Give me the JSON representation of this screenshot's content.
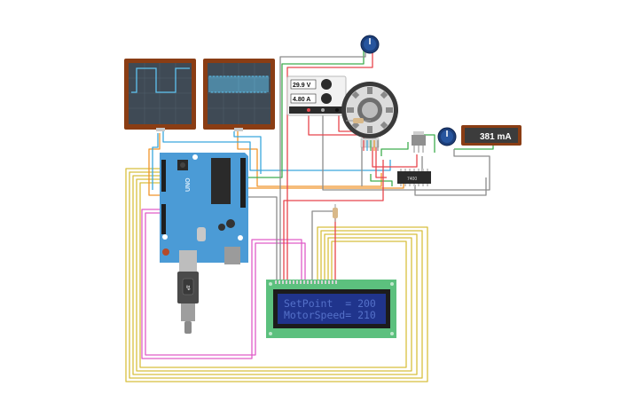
{
  "power_supply": {
    "voltage": "29.9 V",
    "current": "4.80 A"
  },
  "ammeter": {
    "reading": "381 mA"
  },
  "lcd": {
    "line1": "SetPoint  = 200",
    "line2": "MotorSpeed= 210"
  },
  "board": {
    "label": "UNO"
  },
  "chip": {
    "label": "7400"
  },
  "colors": {
    "wire_red": "#e8454c",
    "wire_gray": "#8c8c8c",
    "wire_green": "#3fae4f",
    "wire_blue": "#3aa7dd",
    "wire_orange": "#f0952a",
    "wire_yellow": "#d8bf3e",
    "wire_pink": "#e05cc8",
    "board": "#4b9bd6",
    "oscilloscope_frame": "#8a3d14",
    "lcd_screen": "#20348c",
    "lcd_pcb": "#5cc07e"
  },
  "icons": [
    "potentiometer-icon",
    "dc-motor-icon",
    "transistor-icon",
    "usb-cable-icon"
  ]
}
